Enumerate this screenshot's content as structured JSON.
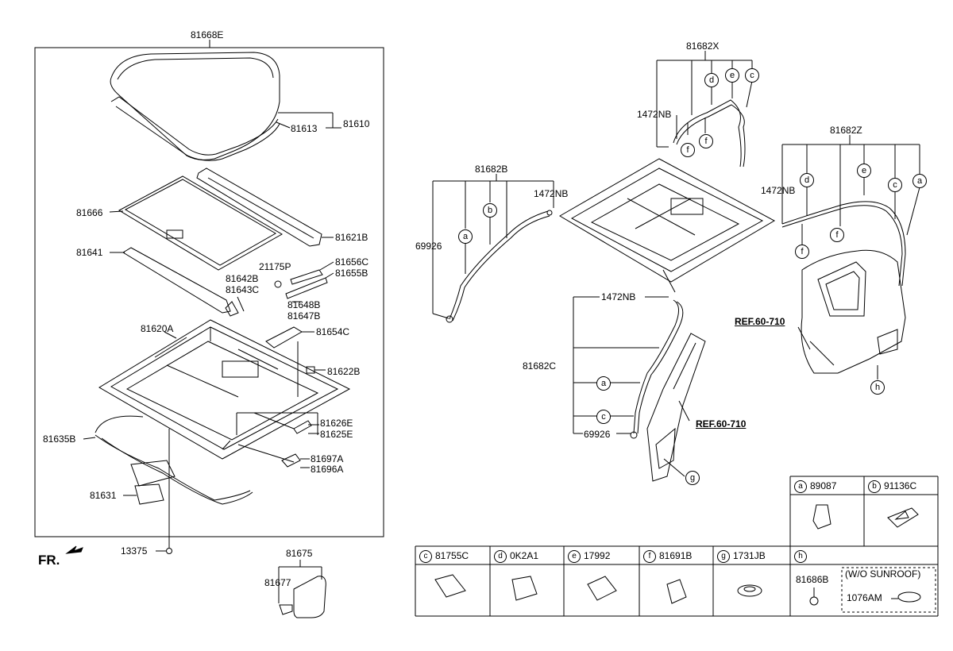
{
  "assembly": {
    "top_label": "81668E",
    "parts": {
      "p81610": "81610",
      "p81613": "81613",
      "p81666": "81666",
      "p81621B": "81621B",
      "p81641": "81641",
      "p21175P": "21175P",
      "p81656C": "81656C",
      "p81655B": "81655B",
      "p81642B": "81642B",
      "p81643C": "81643C",
      "p81648B": "81648B",
      "p81647B": "81647B",
      "p81620A": "81620A",
      "p81654C": "81654C",
      "p81622B": "81622B",
      "p81626E": "81626E",
      "p81625E": "81625E",
      "p81635B": "81635B",
      "p81697A": "81697A",
      "p81696A": "81696A",
      "p81631": "81631",
      "p13375": "13375"
    },
    "front_marker": "FR."
  },
  "cover": {
    "p81675": "81675",
    "p81677": "81677"
  },
  "hoses": {
    "x": {
      "label": "81682X",
      "nb": "1472NB",
      "letters": [
        "d",
        "e",
        "c",
        "f",
        "f"
      ]
    },
    "b": {
      "label": "81682B",
      "nb": "1472NB",
      "side": "69926",
      "letters": [
        "a",
        "b"
      ]
    },
    "z": {
      "label": "81682Z",
      "nb": "1472NB",
      "letters": [
        "d",
        "e",
        "c",
        "a",
        "f",
        "f"
      ]
    },
    "c": {
      "label": "81682C",
      "nb": "1472NB",
      "side": "69926",
      "letters": [
        "a",
        "c",
        "g"
      ]
    },
    "h_letter": "h"
  },
  "refs": {
    "ref1": "REF.60-710",
    "ref2": "REF.60-710"
  },
  "legend": {
    "a": {
      "letter": "a",
      "part": "89087"
    },
    "b": {
      "letter": "b",
      "part": "91136C"
    },
    "c": {
      "letter": "c",
      "part": "81755C"
    },
    "d": {
      "letter": "d",
      "part": "0K2A1"
    },
    "e": {
      "letter": "e",
      "part": "17992"
    },
    "f": {
      "letter": "f",
      "part": "81691B"
    },
    "g": {
      "letter": "g",
      "part": "1731JB"
    },
    "h": {
      "letter": "h",
      "part": "81686B",
      "note": "(W/O SUNROOF)",
      "note_part": "1076AM"
    }
  }
}
